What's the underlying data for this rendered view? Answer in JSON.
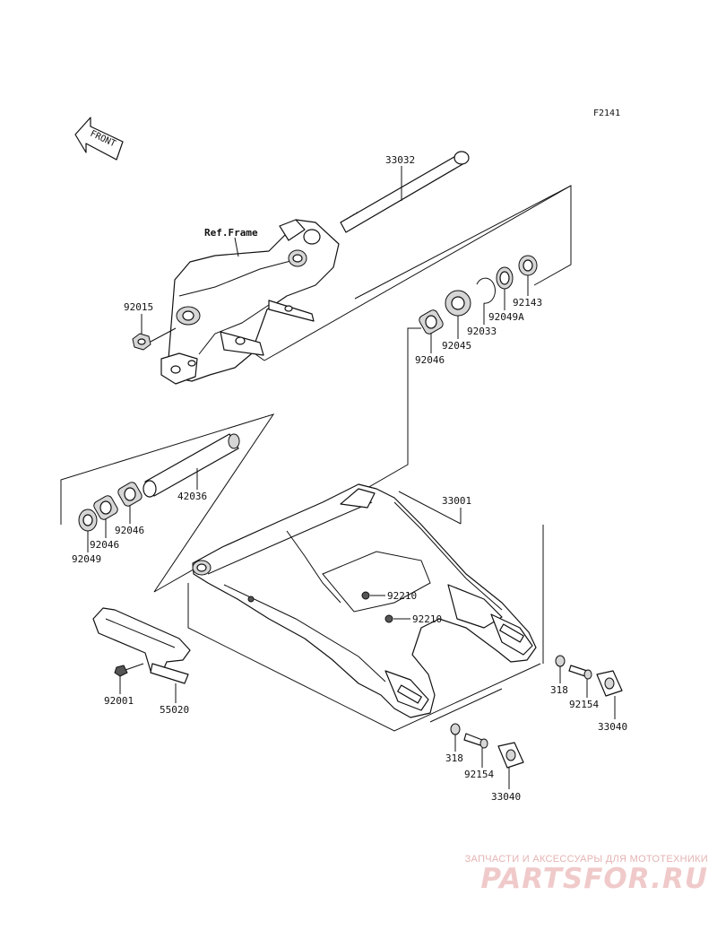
{
  "diagram": {
    "code": "F2141",
    "front_label": "FRONT",
    "ref_frame_label": "Ref.Frame",
    "parts": {
      "p33032": "33032",
      "p92015": "92015",
      "p92143": "92143",
      "p92049A": "92049A",
      "p92033": "92033",
      "p92045": "92045",
      "p92046_top": "92046",
      "p42036": "42036",
      "p92046_a": "92046",
      "p92046_b": "92046",
      "p92049": "92049",
      "p33001": "33001",
      "p92210_a": "92210",
      "p92210_b": "92210",
      "p92001": "92001",
      "p55020": "55020",
      "p318_a": "318",
      "p92154_a": "92154",
      "p33040_a": "33040",
      "p318_b": "318",
      "p92154_b": "92154",
      "p33040_b": "33040"
    }
  },
  "watermark": {
    "tagline": "ЗАПЧАСТИ И АКСЕССУАРЫ ДЛЯ МОТОТЕХНИКИ",
    "logo": "PARTSFOR.RU"
  }
}
